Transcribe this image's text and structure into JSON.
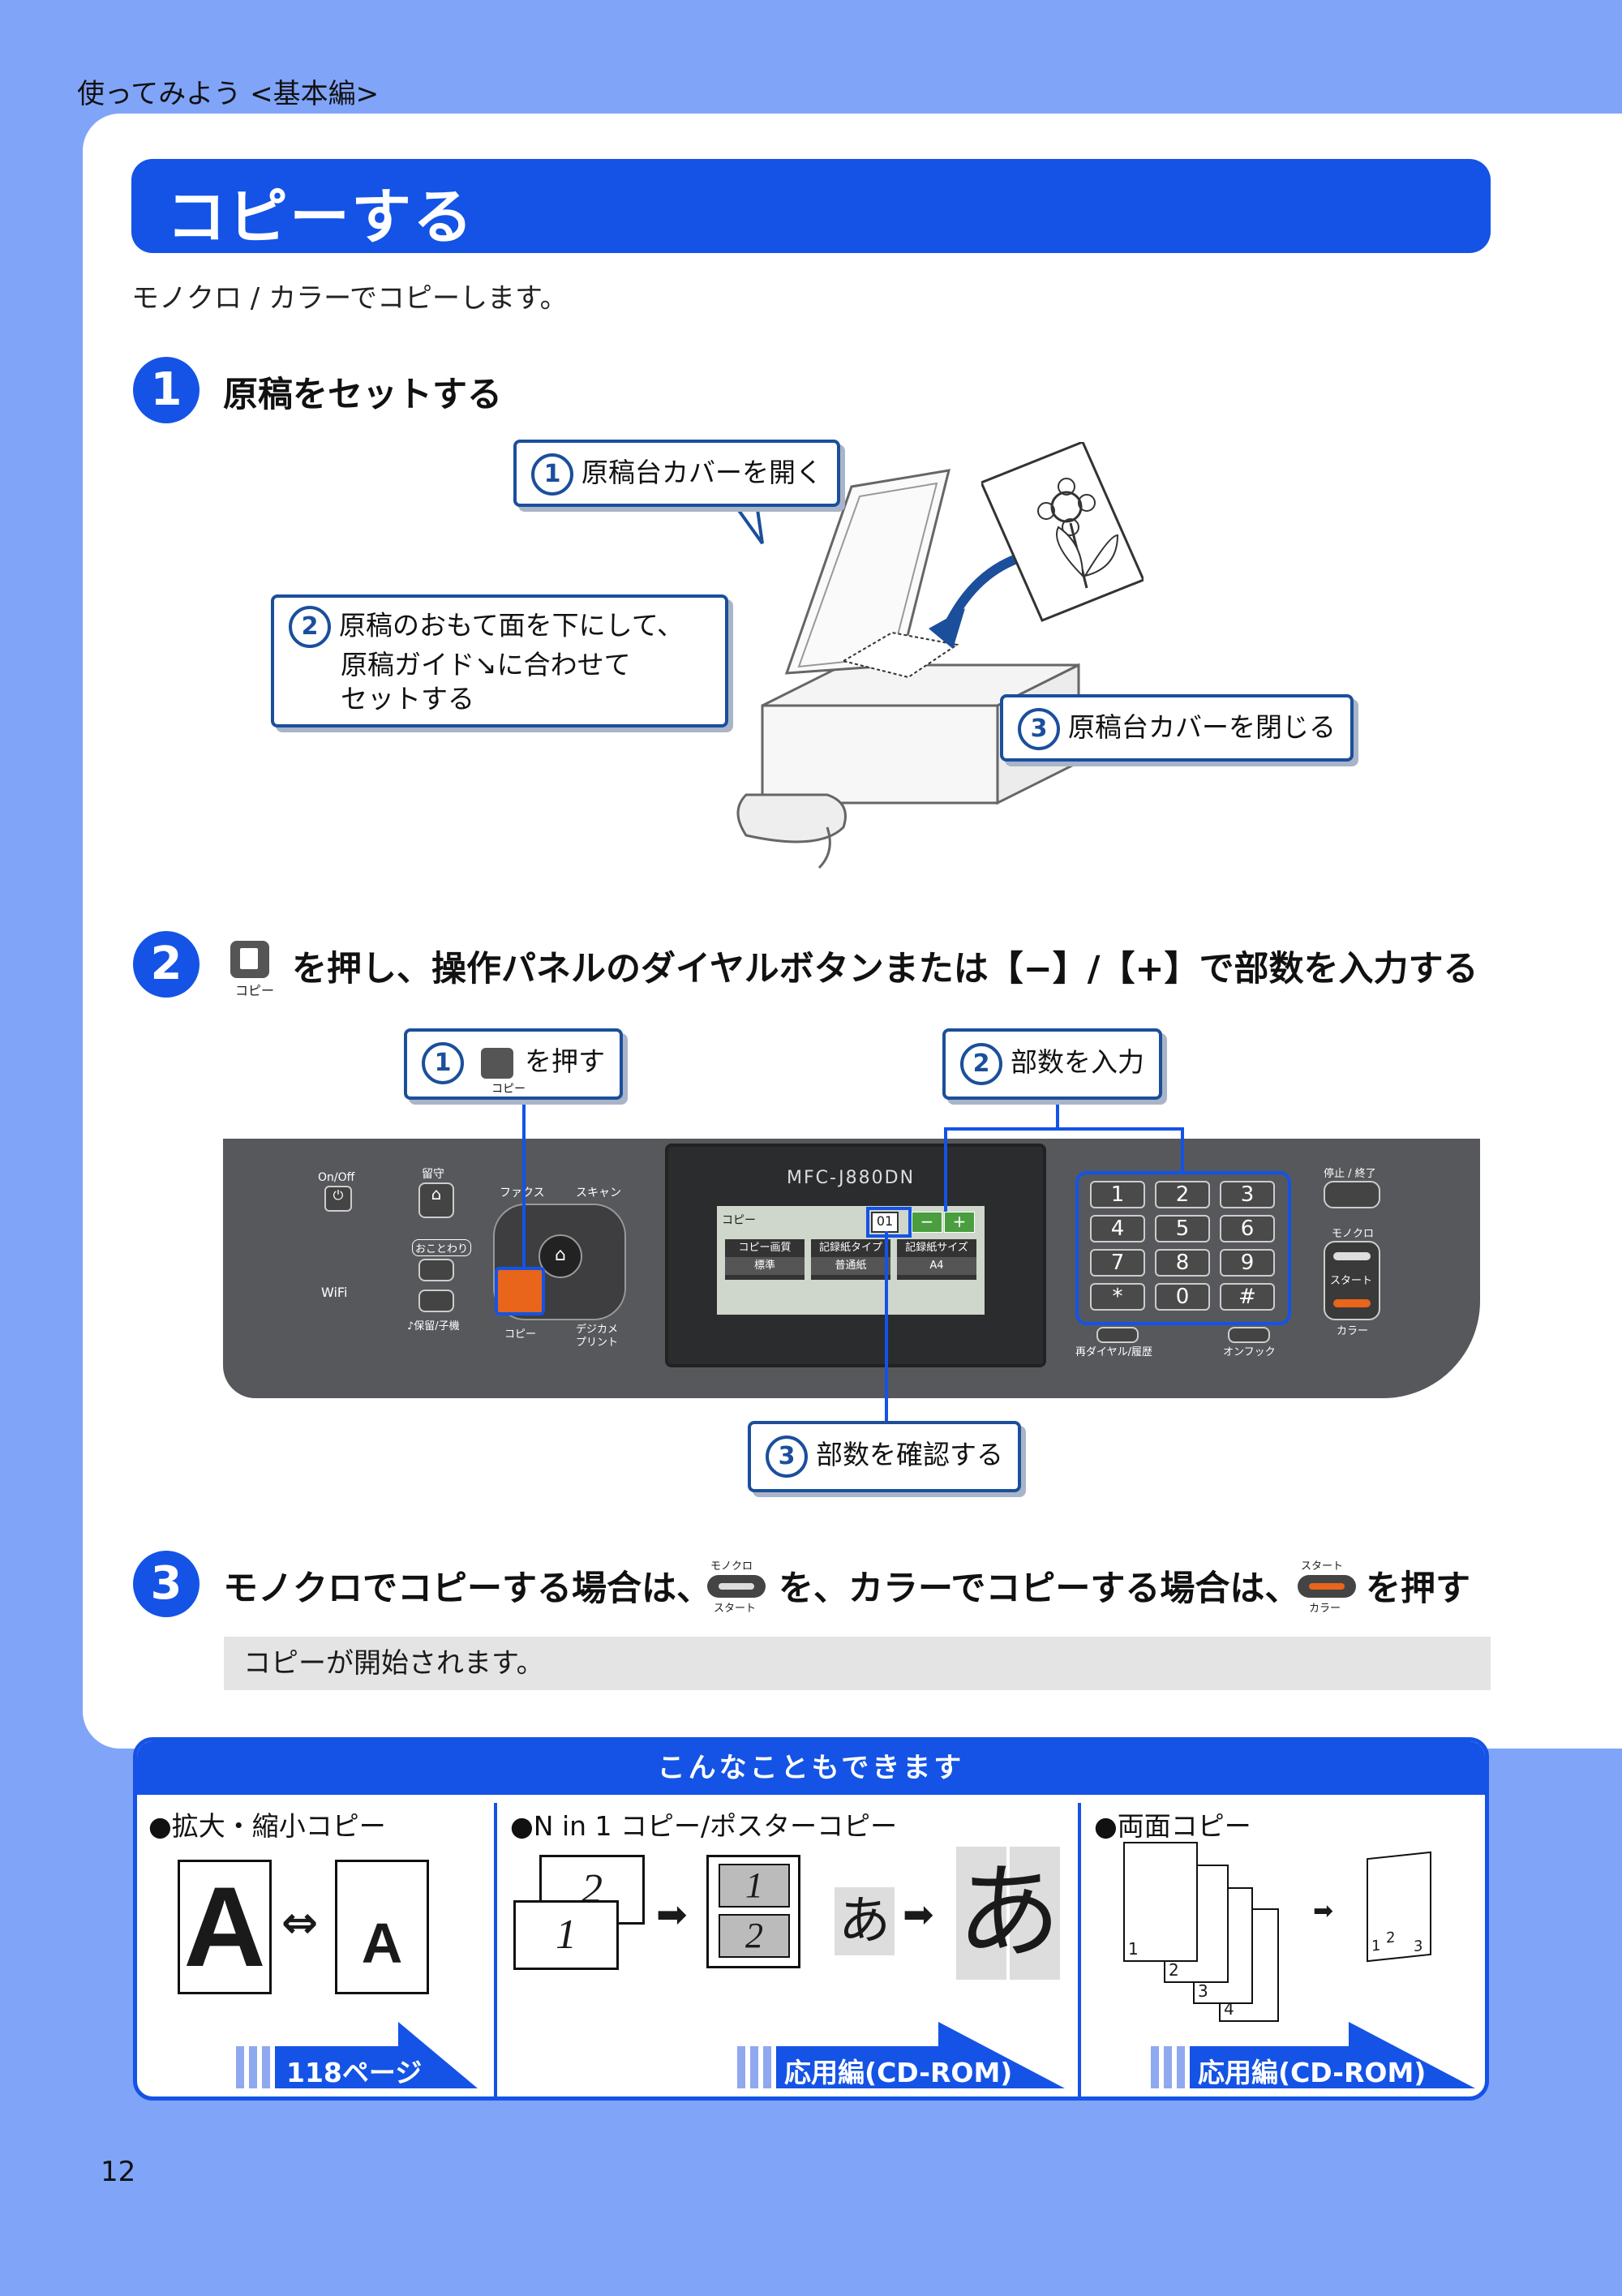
{
  "breadcrumb": "使ってみよう <基本編>",
  "page_title": "コピーする",
  "intro": "モノクロ / カラーでコピーします。",
  "step1": {
    "number": "1",
    "title": "原稿をセットする",
    "callout1_num": "1",
    "callout1": "原稿台カバーを開く",
    "callout2_num": "2",
    "callout2_lines": [
      "原稿のおもて面を下にして、",
      "原稿ガイド↘に合わせて",
      "セットする"
    ],
    "callout3_num": "3",
    "callout3": "原稿台カバーを閉じる"
  },
  "step2": {
    "number": "2",
    "title": "を押し、操作パネルのダイヤルボタンまたは【−】/【+】で部数を入力する",
    "icon_caption": "コピー",
    "callout1_num": "1",
    "callout1": "を押す",
    "callout1_caption": "コピー",
    "callout2_num": "2",
    "callout2": "部数を入力",
    "callout3_num": "3",
    "callout3": "部数を確認する",
    "panel": {
      "onoff": "On/Off",
      "rusu": "留守",
      "kotowari": "おことわり",
      "wifi": "WiFi",
      "hozon": "♪保留/子機",
      "fax": "ファクス",
      "scan": "スキャン",
      "copy": "コピー",
      "digicame": "デジカメ\nプリント",
      "model": "MFC-J880DN",
      "lcd_copy": "コピー",
      "lcd_count": "01",
      "lcd_minus": "−",
      "lcd_plus": "+",
      "lcd_btn1": "コピー画質",
      "lcd_btn1_val": "標準",
      "lcd_btn2": "記録紙タイプ",
      "lcd_btn2_val": "普通紙",
      "lcd_btn3": "記録紙サイズ",
      "lcd_btn3_val": "A4",
      "keys": [
        "1",
        "2",
        "3",
        "4",
        "5",
        "6",
        "7",
        "8",
        "9",
        "*",
        "0",
        "#"
      ],
      "redial": "再ダイヤル/履歴",
      "onhook": "オンフック",
      "stop": "停止 / 終了",
      "mono": "モノクロ",
      "start": "スタート",
      "color": "カラー"
    }
  },
  "step3": {
    "number": "3",
    "title_a": "モノクロでコピーする場合は、",
    "title_b": "を、カラーでコピーする場合は、",
    "title_c": "を押す",
    "mono_top": "モノクロ",
    "mono_bottom": "スタート",
    "color_top": "スタート",
    "color_bottom": "カラー",
    "note": "コピーが開始されます。"
  },
  "extras": {
    "heading": "こんなこともできます",
    "col1_title": "●拡大・縮小コピー",
    "col1_big": "A",
    "col1_arrow": "⇔",
    "col1_small": "A",
    "col1_ref": "118ページ",
    "col2_title": "●N in 1 コピー/ポスターコピー",
    "col2_p1": "1",
    "col2_p2": "2",
    "col2_a_small": "あ",
    "col2_a_big": "あ",
    "col2_ref": "応用編(CD-ROM)",
    "col3_title": "●両面コピー",
    "col3_p1": "1",
    "col3_p2": "2",
    "col3_p3": "3",
    "col3_p4": "4",
    "col3_ref": "応用編(CD-ROM)"
  },
  "page_number": "12",
  "colors": {
    "accent": "#1453e6",
    "frame_blue": "#1b4f9c",
    "background": "#80a4f8",
    "orange": "#e8651b"
  }
}
